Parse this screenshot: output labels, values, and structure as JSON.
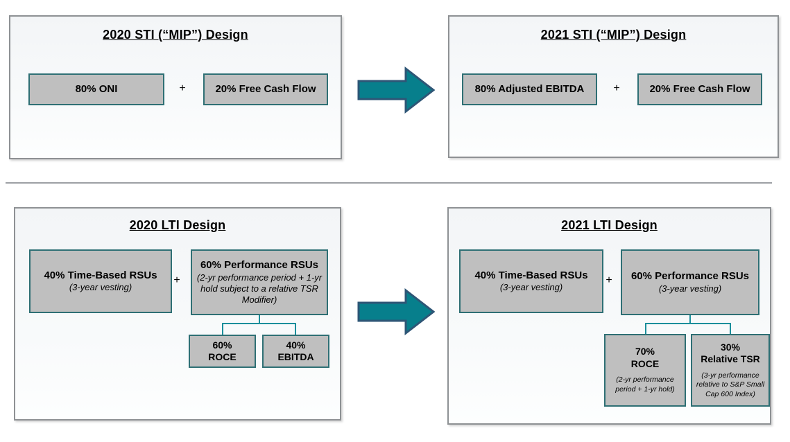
{
  "colors": {
    "panel_border": "#8e9194",
    "box_fill": "#bfbfbf",
    "box_border": "#2e6f74",
    "connector": "#1b8e9b",
    "arrow_fill": "#077f8c",
    "arrow_border": "#2e5676",
    "divider": "#9da0a4"
  },
  "operator": "+",
  "panels": {
    "sti2020": {
      "title": "2020 STI (“MIP”) Design",
      "box1": "80% ONI",
      "box2": "20% Free Cash Flow"
    },
    "sti2021": {
      "title": "2021 STI (“MIP”) Design",
      "box1": "80% Adjusted EBITDA",
      "box2": "20% Free Cash Flow"
    },
    "lti2020": {
      "title": "2020 LTI Design",
      "box1_label": "40% Time-Based RSUs",
      "box1_note": "(3-year vesting)",
      "box2_label": "60% Performance RSUs",
      "box2_note": "(2-yr performance period + 1-yr hold subject to a relative TSR Modifier)",
      "child1_pct": "60%",
      "child1_metric": "ROCE",
      "child2_pct": "40%",
      "child2_metric": "EBITDA"
    },
    "lti2021": {
      "title": "2021 LTI Design",
      "box1_label": "40% Time-Based RSUs",
      "box1_note": "(3-year vesting)",
      "box2_label": "60% Performance RSUs",
      "box2_note": "(3-year vesting)",
      "child1_pct": "70%",
      "child1_metric": "ROCE",
      "child1_note": "(2-yr performance period + 1-yr hold)",
      "child2_pct": "30%",
      "child2_metric": "Relative TSR",
      "child2_note": "(3-yr performance relative to S&P Small Cap 600 Index)"
    }
  }
}
